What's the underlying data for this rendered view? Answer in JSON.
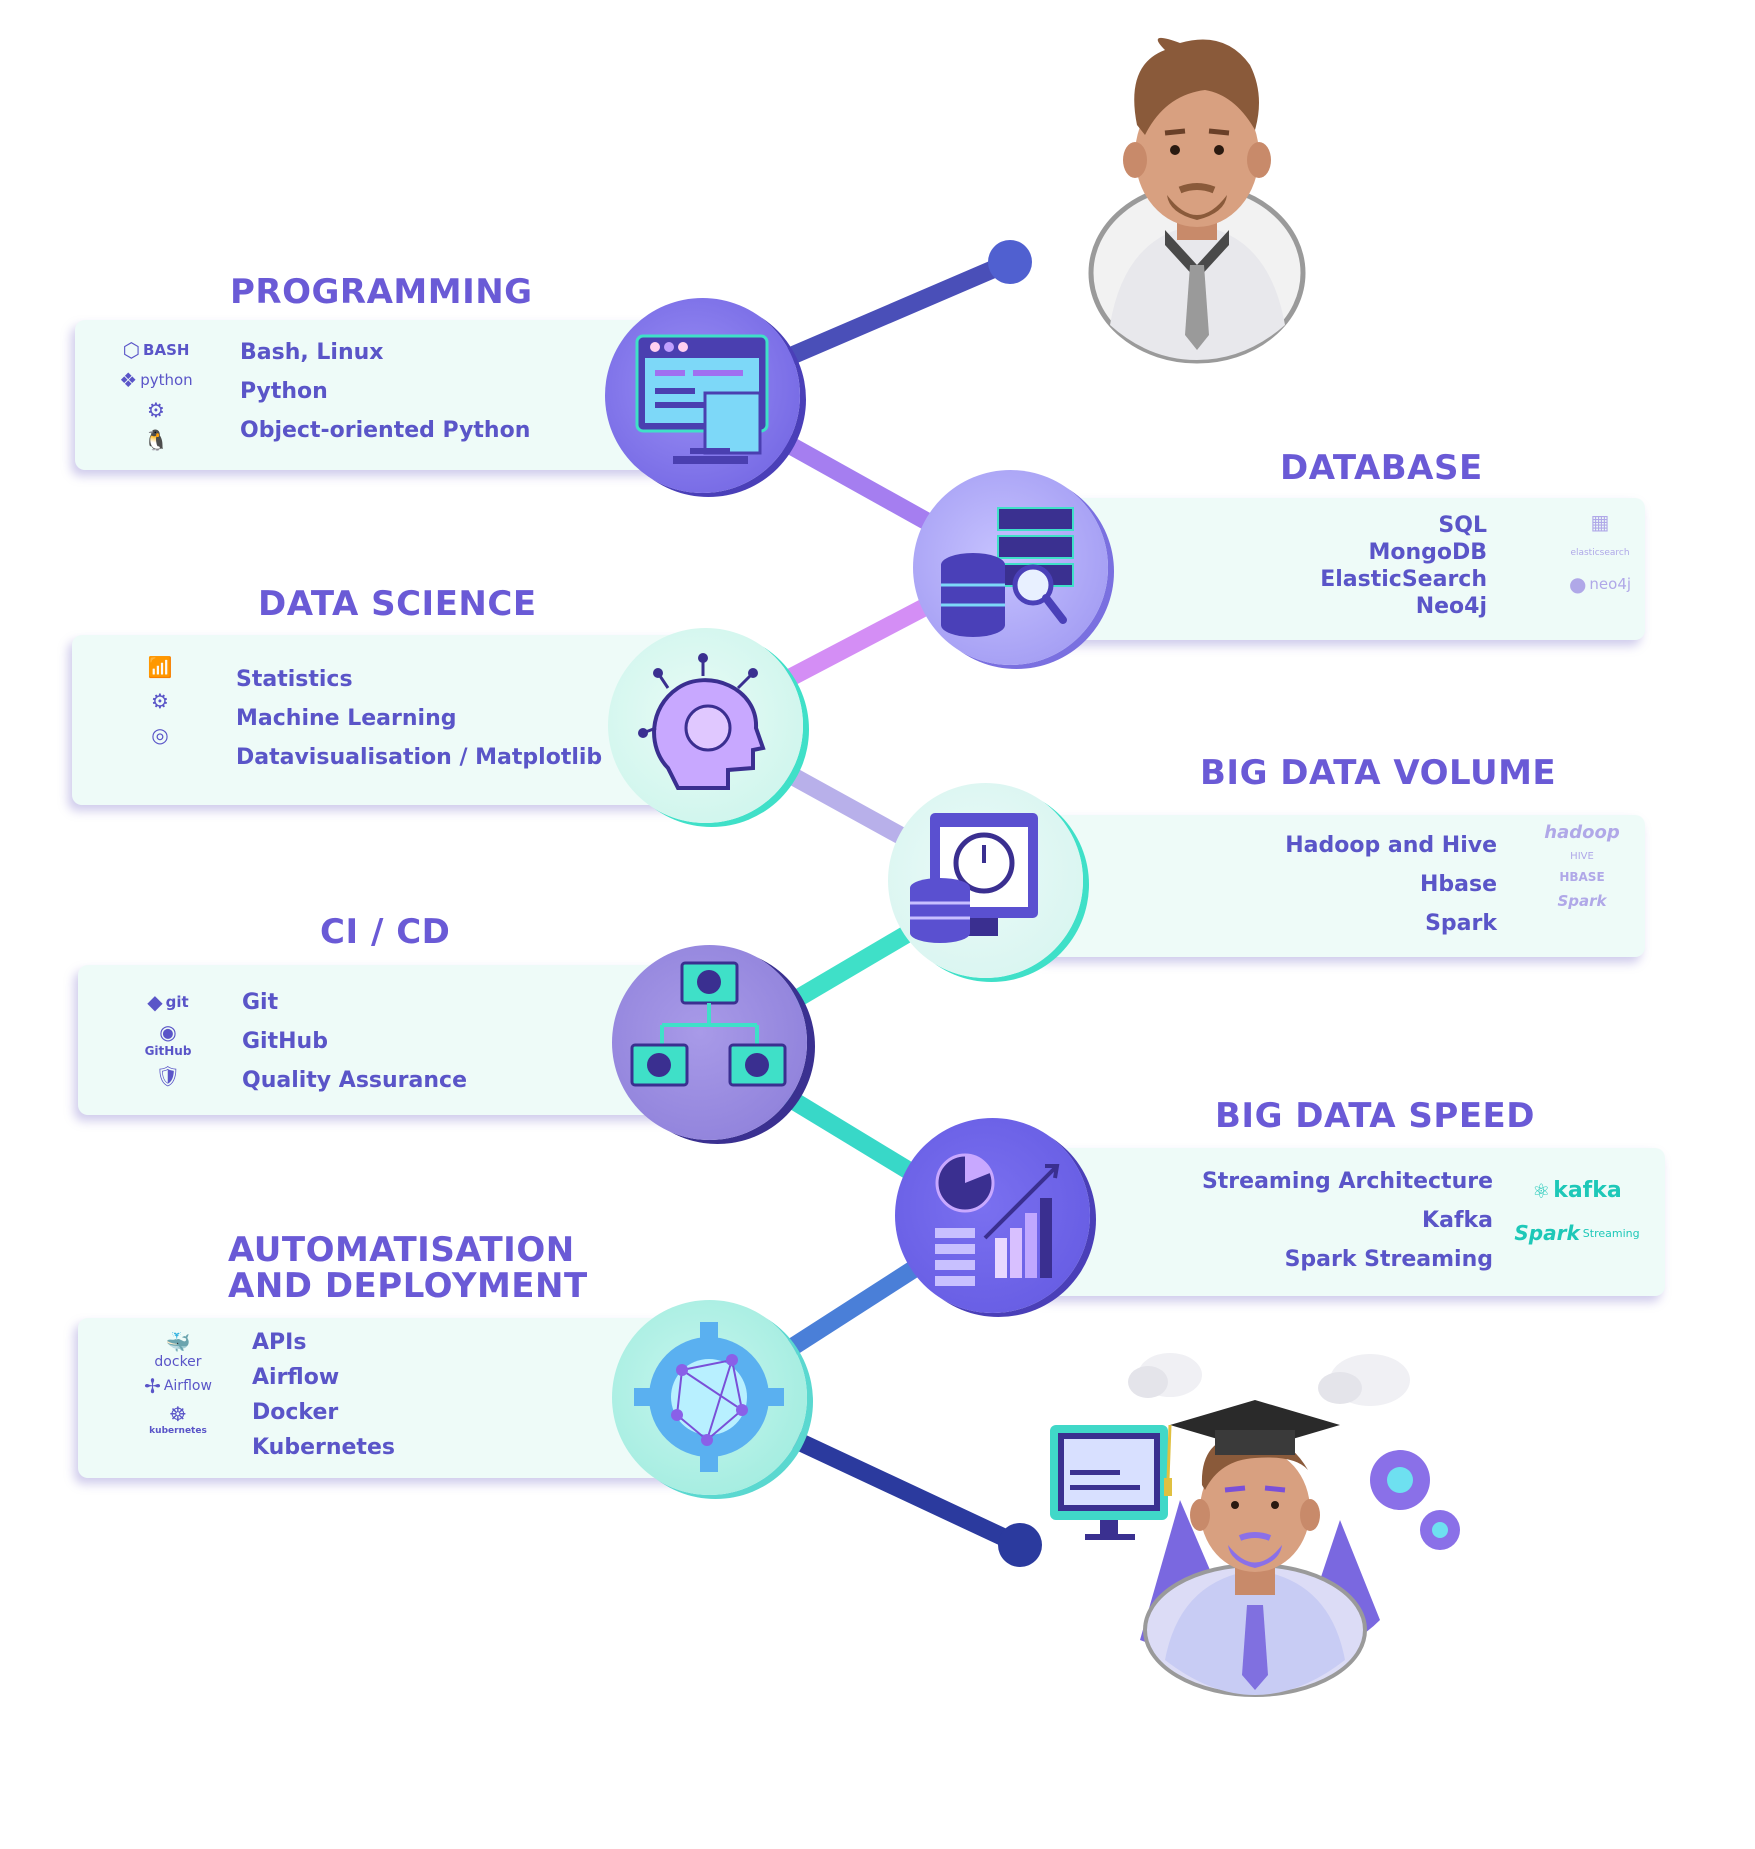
{
  "sections": {
    "programming": {
      "title": "PROGRAMMING",
      "items": [
        "Bash, Linux",
        "Python",
        "Object-oriented Python"
      ],
      "logos": [
        "BASH",
        "python"
      ]
    },
    "database": {
      "title": "DATABASE",
      "items": [
        "SQL",
        "MongoDB",
        "ElasticSearch",
        "Neo4j"
      ],
      "logos": [
        "elasticsearch",
        "neo4j"
      ]
    },
    "data_science": {
      "title": "DATA SCIENCE",
      "items": [
        "Statistics",
        "Machine Learning",
        "Datavisualisation / Matplotlib"
      ]
    },
    "big_data_volume": {
      "title": "BIG DATA VOLUME",
      "items": [
        "Hadoop and Hive",
        "Hbase",
        "Spark"
      ],
      "logos": [
        "hadoop",
        "HIVE",
        "HBASE",
        "Spark"
      ]
    },
    "ci_cd": {
      "title": "CI / CD",
      "items": [
        "Git",
        "GitHub",
        "Quality Assurance"
      ],
      "logos": [
        "git",
        "GitHub"
      ]
    },
    "big_data_speed": {
      "title": "BIG DATA SPEED",
      "items": [
        "Streaming Architecture",
        "Kafka",
        "Spark Streaming"
      ],
      "logos": [
        "kafka",
        "Spark",
        "Streaming"
      ]
    },
    "automatisation": {
      "title_line1": "AUTOMATISATION",
      "title_line2": "AND DEPLOYMENT",
      "items": [
        "APIs",
        "Airflow",
        "Docker",
        "Kubernetes"
      ],
      "logos": [
        "docker",
        "Airflow",
        "kubernetes"
      ]
    }
  },
  "colors": {
    "heading": "#6a5ad6",
    "item_text": "#5a55c8",
    "card_bg": "#eefbf8",
    "line_dark": "#4a4fb8",
    "line_purple": "#a57ef0",
    "line_teal": "#3fe0c8",
    "line_navy": "#2b3a9e"
  },
  "icons": [
    "monitor-code-icon",
    "database-search-icon",
    "brain-ai-icon",
    "dashboard-speed-icon",
    "network-flow-icon",
    "analytics-growth-icon",
    "gear-network-icon",
    "person-avatar-icon",
    "graduate-avatar-icon"
  ]
}
